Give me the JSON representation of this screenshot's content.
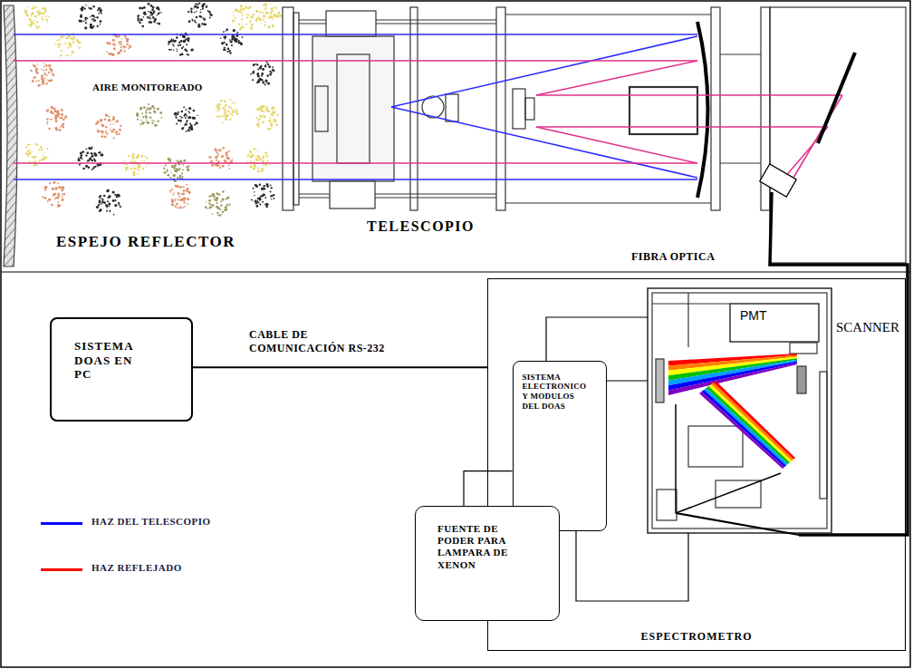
{
  "diagram": {
    "nodes": [
      {
        "text": [
          "SISTEMA DOAS EN PC"
        ]
      },
      {
        "text": [
          "ESPECTROMETRO"
        ]
      },
      {
        "text": [
          "SISTEMA ELECTRONICO Y MODULOS DEL DOAS"
        ],
        "in": 1
      },
      {
        "text": [
          "FUENTE DE PODER PARA LAMPARA DE XENON"
        ]
      }
    ],
    "edges": [
      {
        "from": 0,
        "to": 1,
        "arrow": "none",
        "label": "CABLE DE COMUNICACIÓN RS-232"
      },
      {
        "from": 3,
        "to": 2,
        "arrow": "none"
      }
    ],
    "labels": [
      "AIRE MONITOREADO",
      "ESPEJO REFLECTOR",
      "TELESCOPIO",
      "FIBRA OPTICA",
      "PMT",
      "SCANNER"
    ],
    "legend": [
      {
        "text": "HAZ DEL TELESCOPIO",
        "color": "#0000ff"
      },
      {
        "text": "HAZ REFLEJADO",
        "color": "#ff0000"
      }
    ]
  }
}
